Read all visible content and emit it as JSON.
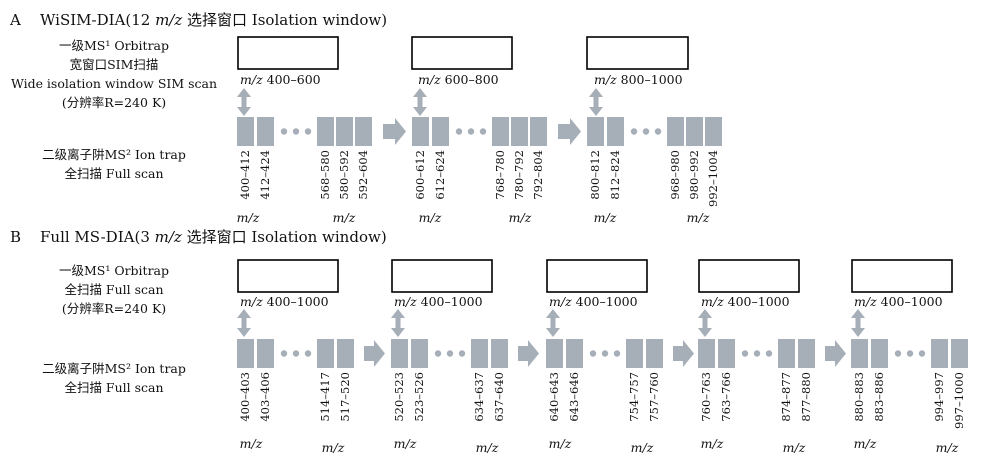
{
  "panelA": {
    "letter": "A",
    "title_plain": "WiSIM-DIA(12 ",
    "title_italic": "m/z",
    "title_rest": " 选择窗口 Isolation window)",
    "ms1_lines": [
      "一级MS¹ Orbitrap",
      "宽窗口SIM扫描",
      "Wide isolation window SIM scan",
      "(分辨率R=240 K)"
    ],
    "ms2_lines": [
      "二级离子阱MS² Ion trap",
      "全扫描 Full scan"
    ],
    "mz_prefix": "m/z",
    "groups": [
      {
        "range": "400–600",
        "labels": [
          "400–412",
          "412–424",
          "568–580",
          "580–592",
          "592–604"
        ],
        "mz": [
          "m/z",
          "m/z"
        ]
      },
      {
        "range": "600–800",
        "labels": [
          "600–612",
          "612–624",
          "768–780",
          "780–792",
          "792–804"
        ],
        "mz": [
          "m/z",
          "m/z"
        ]
      },
      {
        "range": "800–1000",
        "labels": [
          "800–812",
          "812–824",
          "968–980",
          "980–992",
          "992–1004"
        ],
        "mz": [
          "m/z",
          "m/z"
        ]
      }
    ]
  },
  "panelB": {
    "letter": "B",
    "title_plain": "Full MS-DIA(3 ",
    "title_italic": "m/z",
    "title_rest": " 选择窗口 Isolation window)",
    "ms1_lines": [
      "一级MS¹ Orbitrap",
      "全扫描 Full scan",
      "(分辨率R=240 K)"
    ],
    "ms2_lines": [
      "二级离子阱MS² Ion trap",
      "全扫描 Full scan"
    ],
    "mz_prefix": "m/z",
    "groups": [
      {
        "range": "400–1000",
        "labels": [
          "400–403",
          "403–406",
          "514–417",
          "517–520"
        ],
        "mz": [
          "m/z",
          "m/z"
        ]
      },
      {
        "range": "400–1000",
        "labels": [
          "520–523",
          "523–526",
          "634–637",
          "637–640"
        ],
        "mz": [
          "m/z",
          "m/z"
        ]
      },
      {
        "range": "400–1000",
        "labels": [
          "640–643",
          "643–646",
          "754–757",
          "757–760"
        ],
        "mz": [
          "m/z",
          "m/z"
        ]
      },
      {
        "range": "400–1000",
        "labels": [
          "760–763",
          "763–766",
          "874–877",
          "877–880"
        ],
        "mz": [
          "m/z",
          "m/z"
        ]
      },
      {
        "range": "400–1000",
        "labels": [
          "880–883",
          "883–886",
          "994–997",
          "997–1000"
        ],
        "mz": [
          "m/z",
          "m/z"
        ]
      }
    ]
  }
}
